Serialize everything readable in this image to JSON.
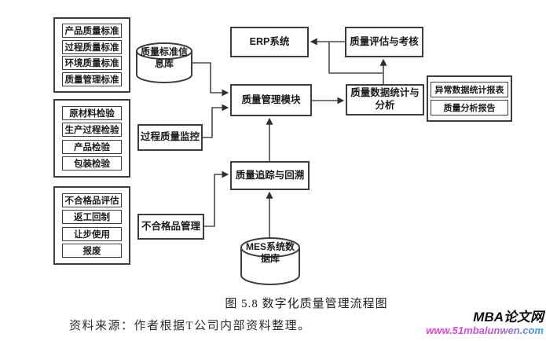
{
  "figure": {
    "caption": "图 5.8 数字化质量管理流程图",
    "source_note": "资料来源：作者根据T公司内部资料整理。"
  },
  "watermark": {
    "site_name": "MBA论文网",
    "site_url": "www.51mbalunwen.com"
  },
  "diagram": {
    "standards_group": [
      "产品质量标准",
      "过程质量标准",
      "环境质量标准",
      "质量管理标准"
    ],
    "inspection_group": [
      "原材料检验",
      "生产过程检验",
      "产品检验",
      "包装检验"
    ],
    "nonconforming_group": [
      "不合格品评估",
      "返工回制",
      "让步使用",
      "报废"
    ],
    "reports_group": [
      "异常数据统计报表",
      "质量分析报告"
    ],
    "nodes": {
      "standards_db": "质量标准信息库",
      "process_monitor": "过程质量监控",
      "nonconforming_mgmt": "不合格品管理",
      "erp": "ERP系统",
      "quality_module": "质量管理模块",
      "trace": "质量追踪与回溯",
      "evaluation": "质量评估与考核",
      "stats": "质量数据统计与分析",
      "mes_db": "MES系统数据库"
    }
  },
  "colors": {
    "border": "#3d3d3d",
    "line": "#4a4a4a",
    "arrow": "#2f2f2f",
    "background": "#ffffff",
    "url_gradient_start": "#ee3cc5",
    "url_gradient_end": "#2aa3e8"
  }
}
